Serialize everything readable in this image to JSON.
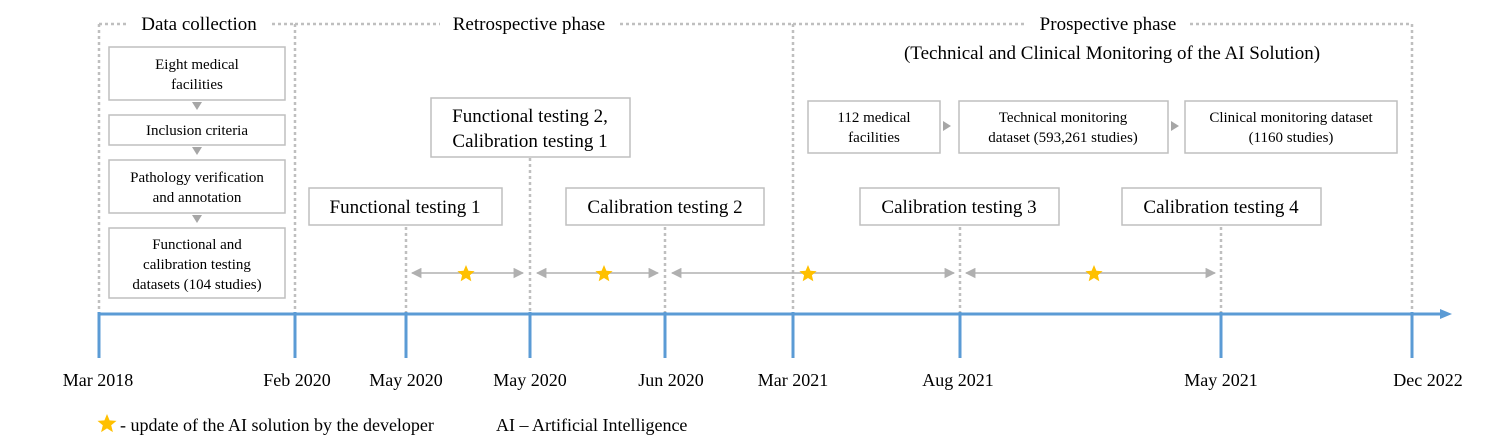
{
  "phases": {
    "data_collection": "Data collection",
    "retrospective": "Retrospective phase",
    "prospective": "Prospective phase",
    "prospective_subtitle": "(Technical and Clinical Monitoring of the AI Solution)"
  },
  "data_collection_steps": [
    [
      "Eight medical",
      "facilities"
    ],
    [
      "Inclusion criteria"
    ],
    [
      "Pathology verification",
      "and annotation"
    ],
    [
      "Functional and",
      "calibration testing",
      "datasets (104 studies)"
    ]
  ],
  "prospective_boxes": [
    [
      "112 medical",
      "facilities"
    ],
    [
      "Technical monitoring",
      "dataset (593,261 studies)"
    ],
    [
      "Clinical monitoring dataset",
      "(1160 studies)"
    ]
  ],
  "testing_events": [
    [
      "Functional testing 1"
    ],
    [
      "Functional testing 2,",
      "Calibration testing 1"
    ],
    [
      "Calibration testing 2"
    ],
    [
      "Calibration testing 3"
    ],
    [
      "Calibration testing 4"
    ]
  ],
  "timeline_dates": [
    "Mar 2018",
    "Feb 2020",
    "May 2020",
    "May 2020",
    "Jun 2020",
    "Mar 2021",
    "Aug 2021",
    "May 2021",
    "Dec 2022"
  ],
  "legend": {
    "star_text": "- update of the AI solution by the developer",
    "abbreviation": "AI – Artificial Intelligence"
  },
  "colors": {
    "timeline": "#5b9bd5",
    "star": "#ffc000",
    "dotted_border": "#bfbfbf",
    "box_border": "#bfbfbf",
    "arrow": "#b0b0b0"
  }
}
